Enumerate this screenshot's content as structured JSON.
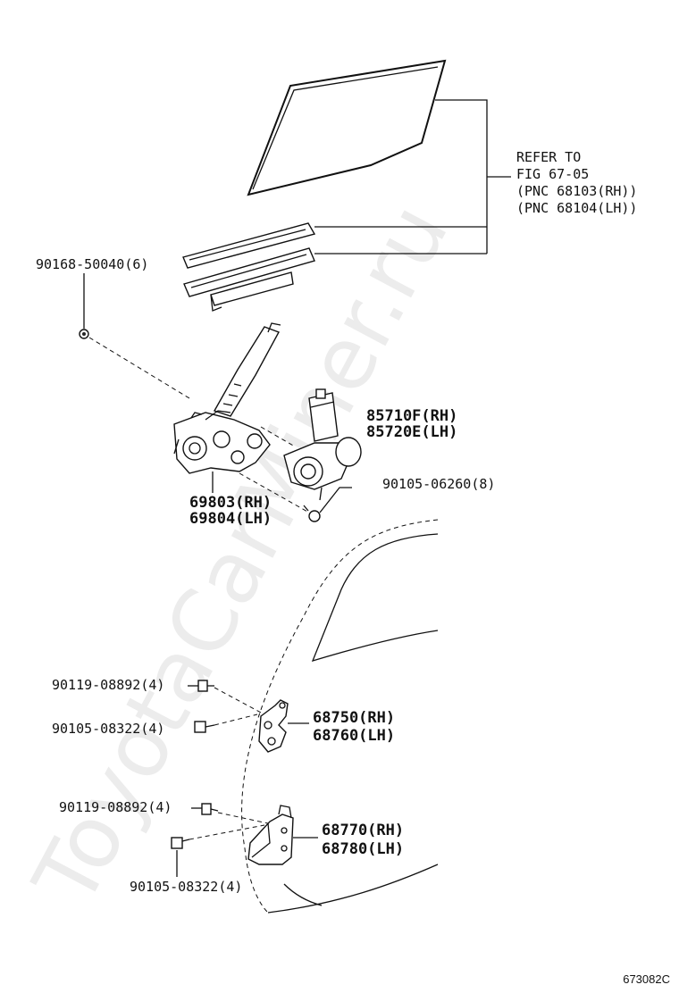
{
  "watermark": "ToyotaCarMiner.ru",
  "refer": {
    "line1": "REFER TO",
    "line2": "FIG 67-05",
    "line3": "(PNC 68103(RH))",
    "line4": "(PNC 68104(LH))"
  },
  "labels": {
    "screw_top": "90168-50040(6)",
    "motor_rh": "85710F(RH)",
    "motor_lh": "85720E(LH)",
    "bolt_motor": "90105-06260(8)",
    "regulator_rh": "69803(RH)",
    "regulator_lh": "69804(LH)",
    "bolt_a1": "90119-08892(4)",
    "bolt_a2": "90105-08322(4)",
    "hinge_upper_rh": "68750(RH)",
    "hinge_upper_lh": "68760(LH)",
    "bolt_b1": "90119-08892(4)",
    "bolt_b2": "90105-08322(4)",
    "hinge_lower_rh": "68770(RH)",
    "hinge_lower_lh": "68780(LH)"
  },
  "figure_code": "673082C"
}
